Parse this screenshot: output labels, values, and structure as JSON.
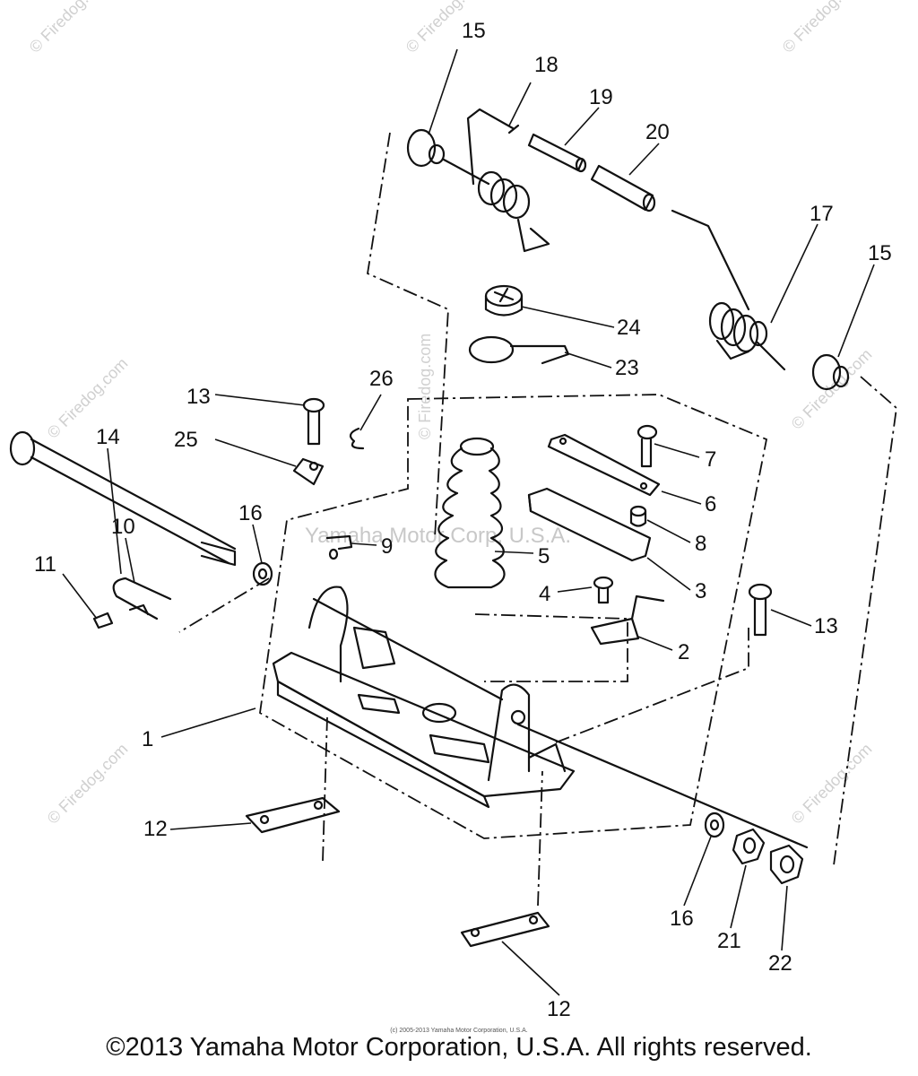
{
  "diagram": {
    "callouts": {
      "c1": "1",
      "c2": "2",
      "c3": "3",
      "c4": "4",
      "c5": "5",
      "c6": "6",
      "c7": "7",
      "c8": "8",
      "c9": "9",
      "c10": "10",
      "c11": "11",
      "c12a": "12",
      "c12b": "12",
      "c13a": "13",
      "c13b": "13",
      "c14": "14",
      "c15a": "15",
      "c15b": "15",
      "c16a": "16",
      "c16b": "16",
      "c17": "17",
      "c18": "18",
      "c19": "19",
      "c20": "20",
      "c21": "21",
      "c22": "22",
      "c23": "23",
      "c24": "24",
      "c25": "25",
      "c26": "26"
    },
    "watermarks": {
      "repeat": "© Firedog.com",
      "center": "Yamaha Motor Corp, U.S.A."
    }
  },
  "footer": {
    "copyright": "©2013 Yamaha Motor Corporation, U.S.A. All rights reserved.",
    "small_copyright": "(c) 2005-2013 Yamaha Motor Corporation, U.S.A."
  }
}
